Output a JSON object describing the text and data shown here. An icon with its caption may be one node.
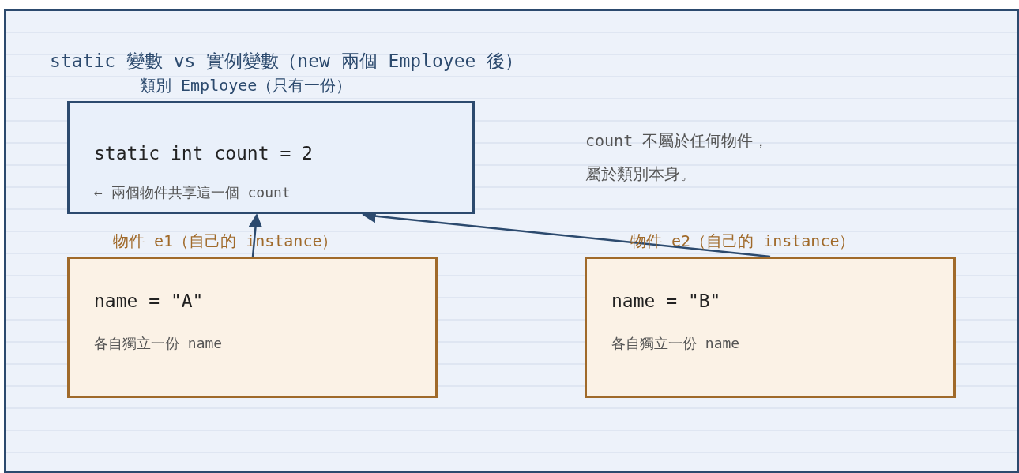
{
  "diagram": {
    "title": "static 變數 vs 實例變數（new 兩個 Employee 後）",
    "nodes": [
      {
        "text": [
          "類別 Employee（只有一份）",
          "static int count = 2",
          "← 兩個物件共享這一個 count"
        ]
      },
      {
        "text": [
          "物件 e1（自己的 instance）",
          "name = \"A\"",
          "各自獨立一份 name"
        ]
      },
      {
        "text": [
          "物件 e2（自己的 instance）",
          "name = \"B\"",
          "各自獨立一份 name"
        ]
      }
    ],
    "edges": [
      {
        "from": 1,
        "to": 0,
        "arrow": "to"
      },
      {
        "from": 2,
        "to": 0,
        "arrow": "to"
      }
    ],
    "labels": [
      "count 不屬於任何物件，",
      "屬於類別本身。"
    ]
  }
}
